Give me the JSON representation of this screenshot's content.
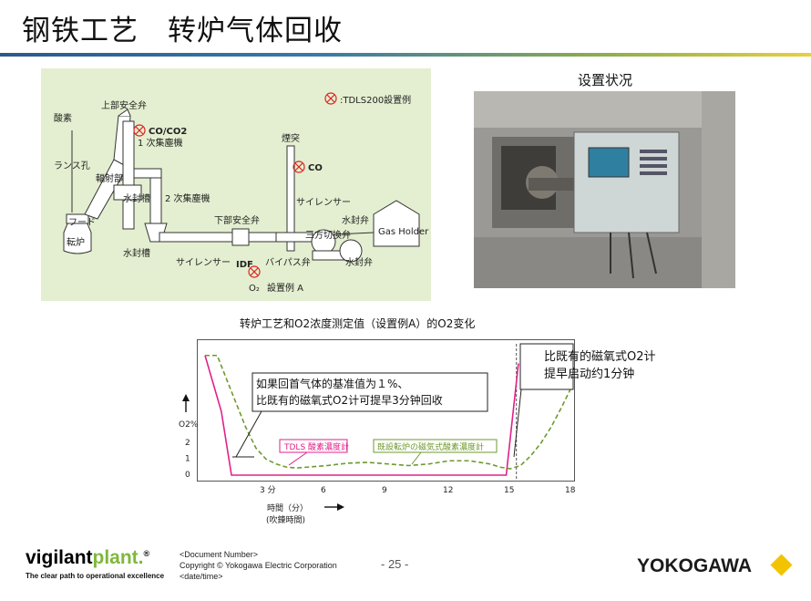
{
  "header": {
    "title": "钢铁工艺　转炉气体回收"
  },
  "diagram": {
    "legend": ":TDLS200設置例",
    "labels": {
      "oxygen": "酸素",
      "lance": "ランス孔",
      "hood": "フード",
      "converter": "転炉",
      "upper_valve": "上部安全弁",
      "coco2": "CO/CO2",
      "dust1": "1 次集塵機",
      "seal1": "水封槽",
      "dust2": "2 次集塵機",
      "radiant": "輻射部",
      "seal2": "水封槽",
      "lower_valve": "下部安全弁",
      "silencer1": "サイレンサー",
      "idf": "IDF",
      "o2": "O₂",
      "example": "設置例 A",
      "stack": "煙突",
      "co": "CO",
      "silencer2": "サイレンサー",
      "threeway": "三方切換弁",
      "bypass": "バイパス弁",
      "seal_valve1": "水封弁",
      "seal_valve2": "水封弁",
      "gas_holder": "Gas Holder"
    }
  },
  "photo": {
    "caption": "设置状况"
  },
  "chart_data": {
    "type": "line",
    "title": "转炉工艺和O2浓度测定值（设置例A）的O2变化",
    "ylabel": "O2%",
    "xlabel": "時間（分）",
    "xlabel2": "(吹錬時間)",
    "x_ticks": [
      "3 分",
      "6",
      "9",
      "12",
      "15",
      "18"
    ],
    "y_ticks": [
      "0",
      "1",
      "2"
    ],
    "xlim": [
      0,
      18
    ],
    "ylim": [
      0,
      8
    ],
    "series": [
      {
        "name": "TDLS 酸素濃度計",
        "color": "#e0218a",
        "x": [
          0,
          0.8,
          1.3,
          14.8,
          15.4
        ],
        "y": [
          7.5,
          4,
          0,
          0,
          7
        ]
      },
      {
        "name": "既設転炉の磁気式酸素濃度計",
        "color": "#6e9a2e",
        "x": [
          0,
          0.6,
          1.0,
          1.5,
          2.0,
          2.5,
          3.0,
          3.5,
          4.0,
          4.5,
          5,
          6,
          7,
          8,
          9,
          10,
          11,
          12,
          13,
          14,
          14.5,
          15,
          15.5,
          16,
          16.5,
          17,
          17.5,
          18
        ],
        "y": [
          7.5,
          7.5,
          6.2,
          4.6,
          3.0,
          1.7,
          1.0,
          0.7,
          0.5,
          0.45,
          0.5,
          0.6,
          0.75,
          0.8,
          0.7,
          0.6,
          0.7,
          0.9,
          0.9,
          0.7,
          0.5,
          0.4,
          0.6,
          1.2,
          2.0,
          3.0,
          4.2,
          5.5
        ]
      }
    ],
    "annotations": {
      "left_line1": "如果回首气体的基准值为１%、",
      "left_line2": "比既有的磁氧式O2计可提早3分钟回收",
      "right_line1": "比既有的磁氧式O2计",
      "right_line2": "提早启动约1分钟"
    }
  },
  "footer": {
    "logo_a": "vigilant",
    "logo_b": "plant.",
    "logo_mark": "®",
    "tagline": "The clear path to operational excellence",
    "doc_number": "<Document Number>",
    "copyright": "Copyright © Yokogawa Electric Corporation",
    "date": "<date/time>",
    "page": "- 25 -",
    "brand": "YOKOGAWA"
  }
}
